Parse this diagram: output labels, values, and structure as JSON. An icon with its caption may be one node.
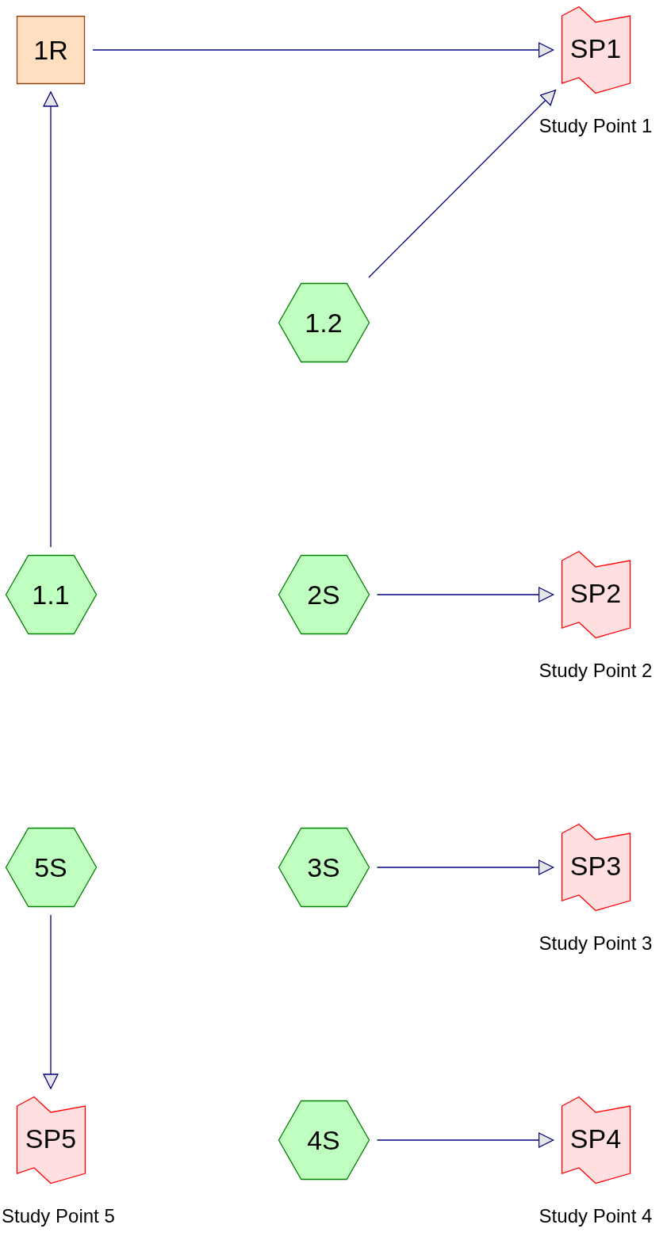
{
  "diagram": {
    "nodes": [
      {
        "text": [
          "1R"
        ]
      },
      {
        "text": [
          "SP1"
        ],
        "beside": [
          "Study Point 1"
        ]
      },
      {
        "text": [
          "1.2"
        ]
      },
      {
        "text": [
          "1.1"
        ]
      },
      {
        "text": [
          "2S"
        ]
      },
      {
        "text": [
          "SP2"
        ],
        "beside": [
          "Study Point 2"
        ]
      },
      {
        "text": [
          "5S"
        ]
      },
      {
        "text": [
          "3S"
        ]
      },
      {
        "text": [
          "SP3"
        ],
        "beside": [
          "Study Point 3"
        ]
      },
      {
        "text": [
          "SP5"
        ],
        "beside": [
          "Study Point 5"
        ]
      },
      {
        "text": [
          "4S"
        ]
      },
      {
        "text": [
          "SP4"
        ],
        "beside": [
          "Study Point 4"
        ]
      }
    ],
    "edges": [
      {
        "from": 0,
        "to": 1,
        "arrow": "to"
      },
      {
        "from": 2,
        "to": 1,
        "arrow": "to"
      },
      {
        "from": 3,
        "to": 0,
        "arrow": "to"
      },
      {
        "from": 4,
        "to": 5,
        "arrow": "to"
      },
      {
        "from": 7,
        "to": 8,
        "arrow": "to"
      },
      {
        "from": 6,
        "to": 9,
        "arrow": "to"
      },
      {
        "from": 10,
        "to": 11,
        "arrow": "to"
      }
    ]
  }
}
